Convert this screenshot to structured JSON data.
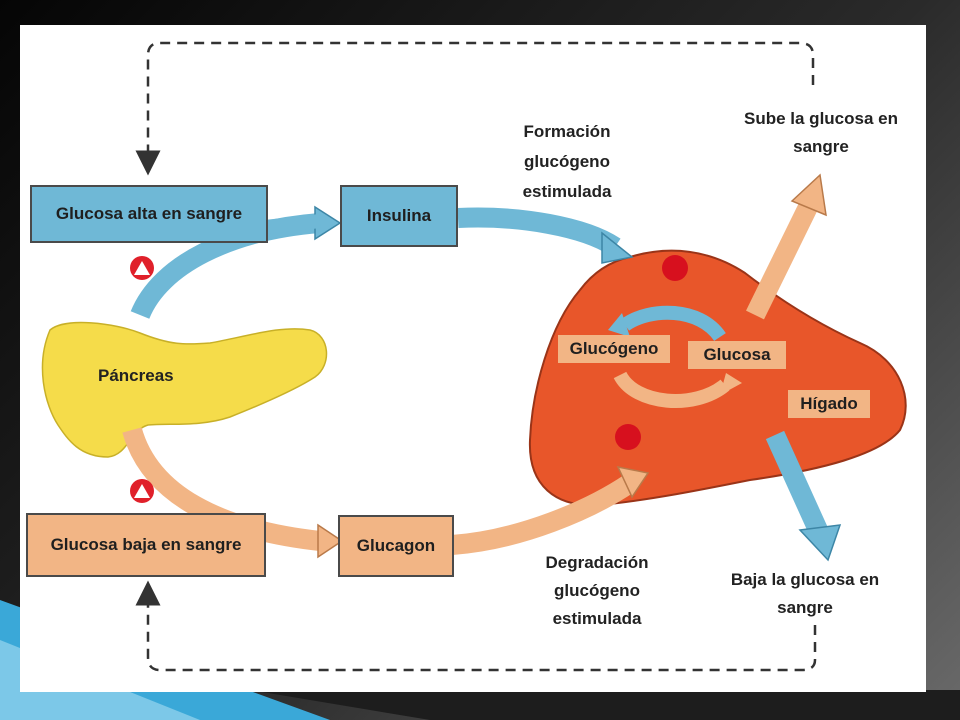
{
  "labels": {
    "glucosa_alta": "Glucosa alta en sangre",
    "glucosa_baja": "Glucosa baja en sangre",
    "insulina": "Insulina",
    "glucagon": "Glucagon",
    "pancreas": "Páncreas",
    "higado": "Hígado",
    "glucogeno": "Glucógeno",
    "glucosa": "Glucosa",
    "formacion": [
      "Formación",
      "glucógeno",
      "estimulada"
    ],
    "degradacion": [
      "Degradación",
      "glucógeno",
      "estimulada"
    ],
    "sube": [
      "Sube la glucosa en",
      "sangre"
    ],
    "baja": [
      "Baja la glucosa en",
      "sangre"
    ]
  },
  "colors": {
    "blue": "#6fb8d6",
    "peach": "#f2b585",
    "liver": "#e8562a",
    "pancreas": "#f5dc4a",
    "marker": "#e0202a"
  },
  "icons": [
    "pancreas-shape",
    "liver-shape",
    "stimulus-marker",
    "cycle-arrows",
    "feedback-arrows"
  ]
}
